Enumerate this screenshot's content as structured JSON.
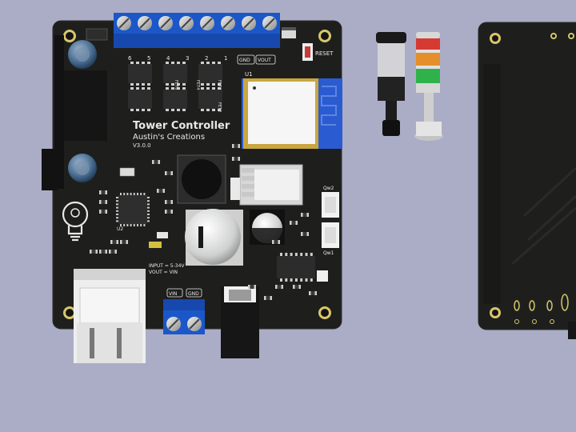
{
  "board": {
    "title": "Tower Controller",
    "subtitle": "Austin's Creations",
    "version": "V3.0.0",
    "reset_label": "RESET",
    "gnd_label": "GND",
    "vout_label": "VOUT",
    "vin_label": "VIN",
    "gnd2_label": "GND",
    "u1_label": "U1",
    "u2_label": "U2",
    "qw2_label": "Qw2",
    "qw1_label": "Qw1",
    "input_note": "INPUT = 5-34V",
    "vout_note": "VOUT = VIN",
    "channel_labels": [
      "6",
      "5",
      "4",
      "3",
      "2",
      "1"
    ],
    "fet_labels": [
      "FET6",
      "FET4",
      "FET3",
      "FET2"
    ]
  },
  "colors": {
    "background": "#abadc6",
    "pcb": "#1e1f1d",
    "terminal_blue": "#1b57c9",
    "esp_module": "#2b5bd0"
  },
  "icons": [
    "lightbulb-logo-icon"
  ]
}
